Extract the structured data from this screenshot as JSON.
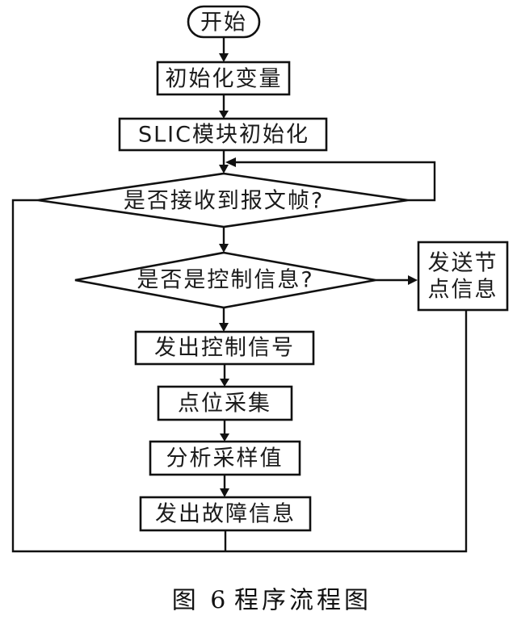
{
  "diagram": {
    "type": "flowchart",
    "nodes": [
      {
        "id": "start",
        "shape": "terminal",
        "label": "开始"
      },
      {
        "id": "init_vars",
        "shape": "process",
        "label": "初始化变量"
      },
      {
        "id": "init_slic",
        "shape": "process",
        "label": "SLIC模块初始化"
      },
      {
        "id": "recv_frame",
        "shape": "decision",
        "label": "是否接收到报文帧?"
      },
      {
        "id": "is_control",
        "shape": "decision",
        "label": "是否是控制信息?"
      },
      {
        "id": "send_node_info",
        "shape": "process",
        "label_lines": [
          "发送节",
          "点信息"
        ]
      },
      {
        "id": "send_control",
        "shape": "process",
        "label": "发出控制信号"
      },
      {
        "id": "point_sample",
        "shape": "process",
        "label": "点位采集"
      },
      {
        "id": "analyze",
        "shape": "process",
        "label": "分析采样值"
      },
      {
        "id": "send_fault",
        "shape": "process",
        "label": "发出故障信息"
      }
    ],
    "edges": [
      {
        "from": "start",
        "to": "init_vars"
      },
      {
        "from": "init_vars",
        "to": "init_slic"
      },
      {
        "from": "init_slic",
        "to": "recv_frame"
      },
      {
        "from": "recv_frame",
        "to": "recv_frame",
        "note": "loop back from right vertex"
      },
      {
        "from": "recv_frame",
        "to": "is_control"
      },
      {
        "from": "is_control",
        "to": "send_node_info"
      },
      {
        "from": "is_control",
        "to": "send_control"
      },
      {
        "from": "send_control",
        "to": "point_sample"
      },
      {
        "from": "point_sample",
        "to": "analyze"
      },
      {
        "from": "analyze",
        "to": "send_fault"
      },
      {
        "from": "send_fault",
        "to": "bottom_bus"
      },
      {
        "from": "send_node_info",
        "to": "bottom_bus"
      },
      {
        "from": "recv_frame",
        "to": "bottom_bus",
        "note": "left vertex line down"
      }
    ]
  },
  "caption": {
    "figure_number": "图 6",
    "title": "程序流程图"
  }
}
